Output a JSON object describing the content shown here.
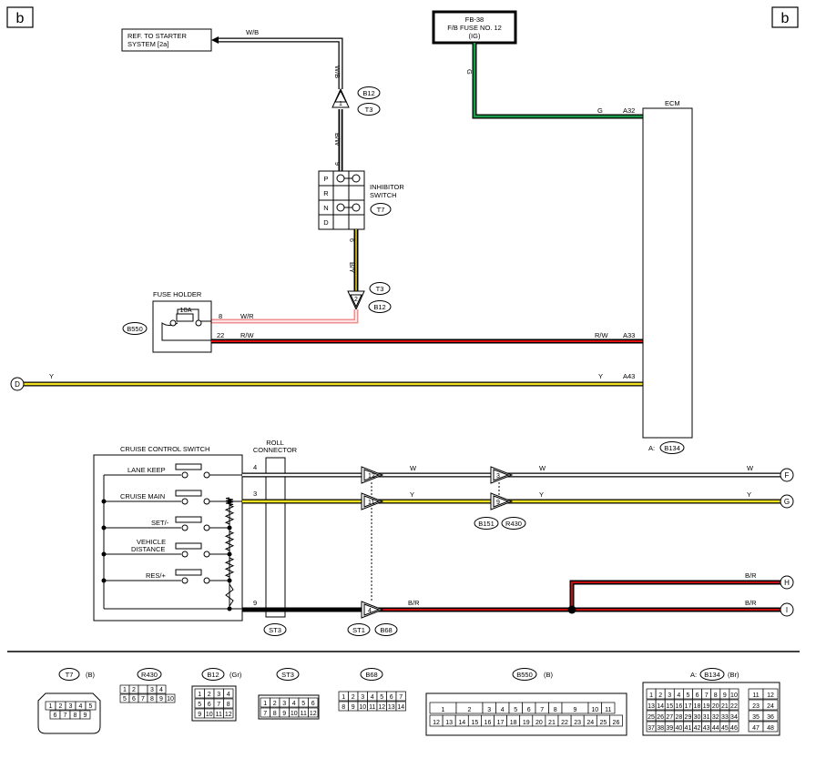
{
  "page": {
    "corner_label": "b"
  },
  "wire_colors": {
    "white": "#ffffff",
    "black": "#111111",
    "green": "#1a9a4a",
    "red": "#e01010",
    "pink": "#f09090",
    "yellow": "#f0e020"
  },
  "ref_box": {
    "line1": "REF. TO STARTER",
    "line2": "SYSTEM [2a]"
  },
  "fuse_box": {
    "line1": "FB-38",
    "line2": "F/B FUSE NO. 12",
    "line3": "(IG)"
  },
  "wires": {
    "wb": "W/B",
    "bw": "B/W",
    "by": "B/Y",
    "g": "G",
    "wr": "W/R",
    "rw": "R/W",
    "y": "Y",
    "w": "W",
    "br": "B/R"
  },
  "pins": {
    "p9": "9",
    "p6": "6",
    "p8": "8",
    "p22": "22",
    "p4": "4",
    "p3": "3",
    "p9b": "9",
    "a32": "A32",
    "a33": "A33",
    "a43": "A43",
    "c1": "1",
    "c2": "2",
    "c12": "12",
    "c11": "11",
    "c4": "4",
    "c3": "3",
    "c9": "9"
  },
  "ecm": {
    "label": "ECM",
    "prefix": "A:",
    "conn": "B134"
  },
  "inhibitor": {
    "label1": "INHIBITOR",
    "label2": "SWITCH",
    "rows": [
      "P",
      "R",
      "N",
      "D"
    ]
  },
  "conn_refs": {
    "b12": "B12",
    "t3": "T3",
    "t7": "T7",
    "b550": "B550",
    "st3": "ST3",
    "st1": "ST1",
    "b68": "B68",
    "b151": "B151",
    "r430": "R430"
  },
  "fuse_holder": {
    "label": "FUSE HOLDER",
    "rating": "10A"
  },
  "terminals": {
    "d": "D",
    "f": "F",
    "g": "G",
    "h": "H",
    "i": "I"
  },
  "cruise": {
    "title": "CRUISE CONTROL SWITCH",
    "items": [
      "LANE KEEP",
      "CRUISE MAIN",
      "SET/-",
      "VEHICLE",
      "DISTANCE",
      "RES/+"
    ]
  },
  "roll": {
    "line1": "ROLL",
    "line2": "CONNECTOR"
  },
  "legend": {
    "t7": {
      "name": "T7",
      "color": "(B)",
      "row1": [
        "1",
        "2",
        "3",
        "4",
        "5"
      ],
      "row2": [
        "6",
        "7",
        "8",
        "9"
      ]
    },
    "r430": {
      "name": "R430",
      "row1": [
        "1",
        "2",
        "",
        "3",
        "4"
      ],
      "row2": [
        "5",
        "6",
        "7",
        "8",
        "9",
        "10"
      ]
    },
    "b12": {
      "name": "B12",
      "color": "(Gr)",
      "row1": [
        "1",
        "2",
        "3",
        "4"
      ],
      "row2": [
        "5",
        "6",
        "7",
        "8"
      ],
      "row3": [
        "9",
        "10",
        "11",
        "12"
      ]
    },
    "st3": {
      "name": "ST3",
      "row1": [
        "1",
        "2",
        "3",
        "4",
        "5",
        "6"
      ],
      "row2": [
        "7",
        "8",
        "9",
        "10",
        "11",
        "12"
      ]
    },
    "b68": {
      "name": "B68",
      "row1": [
        "1",
        "2",
        "3",
        "4",
        "5",
        "6",
        "7"
      ],
      "row2": [
        "8",
        "9",
        "10",
        "11",
        "12",
        "13",
        "14"
      ]
    },
    "b550": {
      "name": "B550",
      "color": "(B)",
      "row1": [
        "1",
        "2",
        "3",
        "4",
        "5",
        "6",
        "7",
        "8",
        "9",
        "10",
        "11"
      ],
      "row2": [
        "12",
        "13",
        "14",
        "15",
        "16",
        "17",
        "18",
        "19",
        "20",
        "21",
        "22",
        "23",
        "24",
        "25",
        "26"
      ]
    },
    "b134": {
      "prefix": "A:",
      "name": "B134",
      "color": "(Br)",
      "main": [
        [
          "1",
          "2",
          "3",
          "4",
          "5",
          "6",
          "7",
          "8",
          "9",
          "10"
        ],
        [
          "13",
          "14",
          "15",
          "16",
          "17",
          "18",
          "19",
          "20",
          "21",
          "22"
        ],
        [
          "25",
          "26",
          "27",
          "28",
          "29",
          "30",
          "31",
          "32",
          "33",
          "34"
        ],
        [
          "37",
          "38",
          "39",
          "40",
          "41",
          "42",
          "43",
          "44",
          "45",
          "46"
        ]
      ],
      "side": [
        [
          "11",
          "12"
        ],
        [
          "23",
          "24"
        ],
        [
          "35",
          "36"
        ],
        [
          "47",
          "48"
        ]
      ]
    }
  }
}
